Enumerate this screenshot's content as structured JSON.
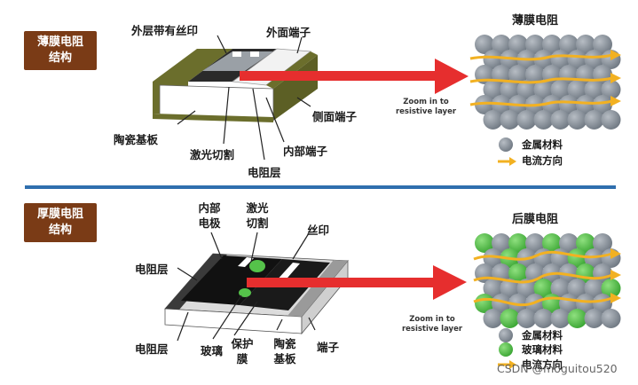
{
  "thin": {
    "badge": "薄膜电阻\n结构",
    "badge_line1": "薄膜电阻",
    "badge_line2": "结构",
    "labels": {
      "outer_print": "外层带有丝印",
      "outer_terminal": "外面端子",
      "side_terminal": "侧面端子",
      "ceramic": "陶瓷基板",
      "laser_cut": "激光切割",
      "inner_terminal": "内部端子",
      "res_layer": "电阻层"
    },
    "zoom_line1": "Zoom in to",
    "zoom_line2": "resistive layer",
    "zoom_title": "薄膜电阻",
    "legend_metal": "金属材料",
    "legend_current": "电流方向"
  },
  "thick": {
    "badge_line1": "厚膜电阻",
    "badge_line2": "结构",
    "labels": {
      "inner_electrode_1": "内部",
      "inner_electrode_2": "电极",
      "laser_1": "激光",
      "laser_2": "切割",
      "silk": "丝印",
      "res_layer_top": "电阻层",
      "res_layer_bottom": "电阻层",
      "glass": "玻璃",
      "protect_1": "保护",
      "protect_2": "膜",
      "ceramic_1": "陶瓷",
      "ceramic_2": "基板",
      "terminal": "端子"
    },
    "zoom_line1": "Zoom in to",
    "zoom_line2": "resistive layer",
    "zoom_title": "后膜电阻",
    "legend_metal": "金属材料",
    "legend_glass": "玻璃材料",
    "legend_current": "电流方向"
  },
  "watermark": "CSDN @moguitou520",
  "colors": {
    "badge": "#7a3b16",
    "divider": "#2f6fae",
    "arrow": "#e62e2e",
    "sphere_grey": "#8e96a0",
    "sphere_green": "#55c24a",
    "current": "#f2b122"
  }
}
